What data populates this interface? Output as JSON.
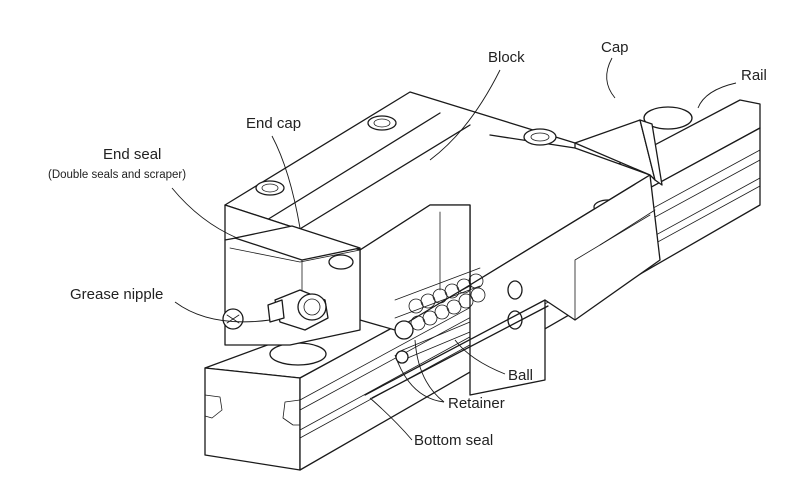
{
  "labels": {
    "block": "Block",
    "cap": "Cap",
    "rail": "Rail",
    "end_cap": "End cap",
    "end_seal": "End seal",
    "end_seal_note": "(Double seals and scraper)",
    "grease_nipple": "Grease nipple",
    "ball": "Ball",
    "retainer": "Retainer",
    "bottom_seal": "Bottom seal"
  },
  "colors": {
    "ink": "#1a1a1a",
    "background": "#ffffff"
  }
}
